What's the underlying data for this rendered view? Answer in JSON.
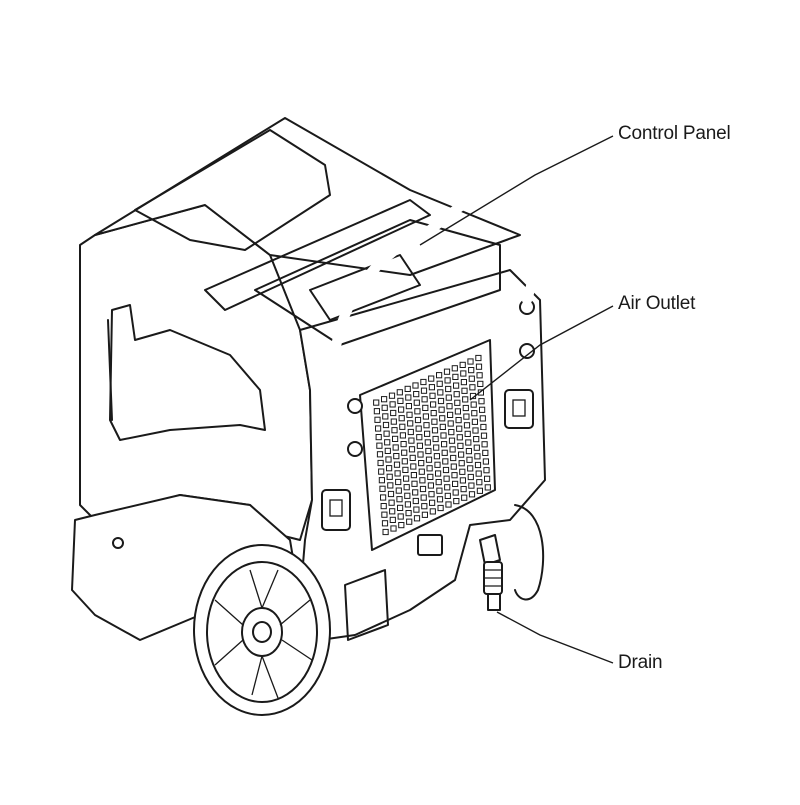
{
  "diagram": {
    "subject": "portable-dehumidifier-unit",
    "callouts": [
      {
        "id": "control-panel",
        "label": "Control Panel"
      },
      {
        "id": "air-outlet",
        "label": "Air Outlet"
      },
      {
        "id": "drain",
        "label": "Drain"
      }
    ]
  }
}
